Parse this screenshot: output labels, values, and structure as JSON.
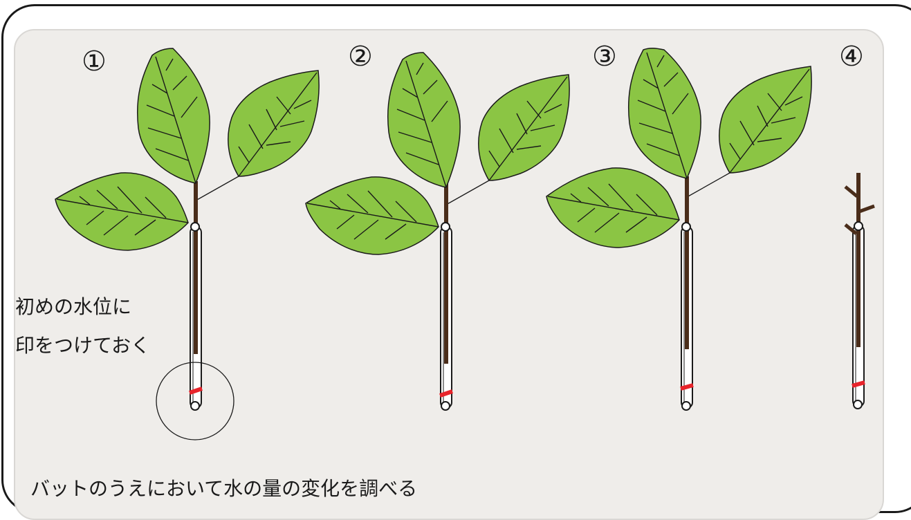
{
  "steps": [
    {
      "number": "①"
    },
    {
      "number": "②"
    },
    {
      "number": "③"
    },
    {
      "number": "④"
    }
  ],
  "annotation": {
    "line1": "初めの水位に",
    "line2": "印をつけておく"
  },
  "caption": "バットのうえにおいて水の量の変化を調べる",
  "colors": {
    "leaf": "#8bc544",
    "stem": "#4a2d1a",
    "tube": "#ffffff",
    "water_mark": "#e8242b",
    "panel": "#efedea",
    "outline": "#1a1a1a"
  },
  "icons": [
    "plant-with-leaves-icon",
    "leafless-twig-icon",
    "test-tube-icon"
  ]
}
